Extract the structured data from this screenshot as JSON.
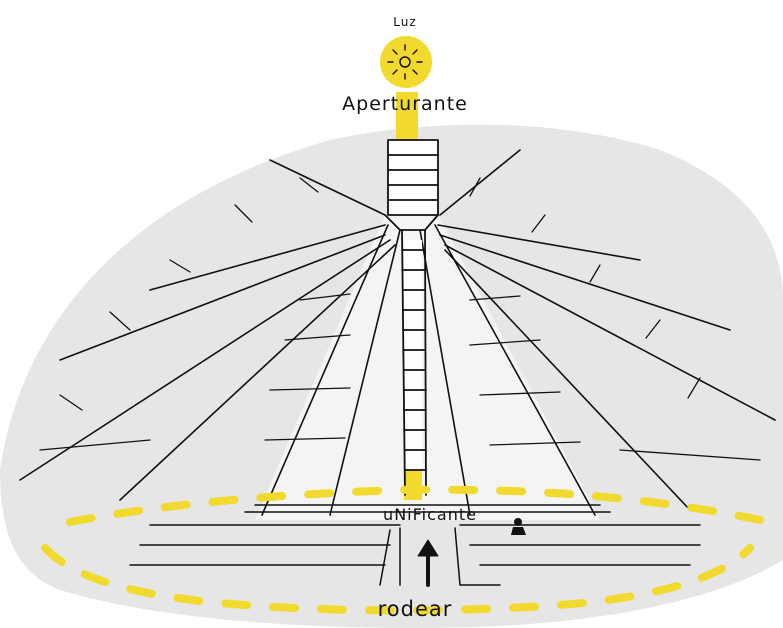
{
  "labels": {
    "light": "Luz",
    "aperture": "Aperturante",
    "unify": "uNiFicante",
    "surround": "rodear"
  },
  "colors": {
    "canopy": "#e6e6e6",
    "ink": "#111111",
    "accent": "#f2d92e",
    "paper": "#ffffff"
  },
  "icons": {
    "sun": "sun-icon",
    "arrow": "up-arrow-icon",
    "figure": "seated-person-icon"
  }
}
